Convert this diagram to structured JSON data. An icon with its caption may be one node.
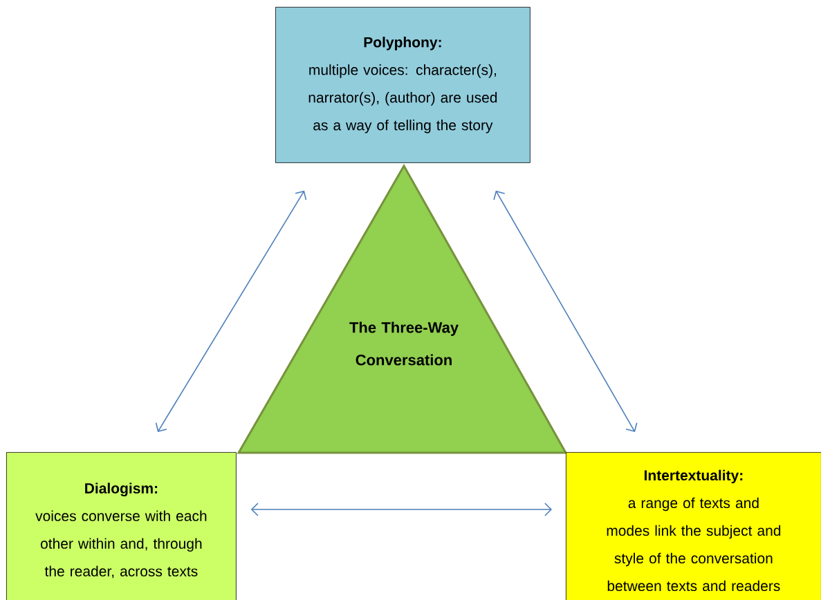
{
  "diagram": {
    "nodes": [
      {
        "text": [
          "Polyphony:",
          "multiple voices: character(s), narrator(s), (author) are used as a way of telling the story"
        ]
      },
      {
        "text": [
          "The Three-Way Conversation"
        ]
      },
      {
        "text": [
          "Dialogism:",
          "voices converse with each other within and, through the reader, across texts"
        ]
      },
      {
        "text": [
          "Intertextuality:",
          "a range of texts and modes link the subject and style of the conversation between texts and readers"
        ]
      }
    ],
    "edges": [
      {
        "from": 0,
        "to": 2,
        "arrow": "both"
      },
      {
        "from": 0,
        "to": 3,
        "arrow": "both"
      },
      {
        "from": 2,
        "to": 3,
        "arrow": "both"
      }
    ]
  }
}
